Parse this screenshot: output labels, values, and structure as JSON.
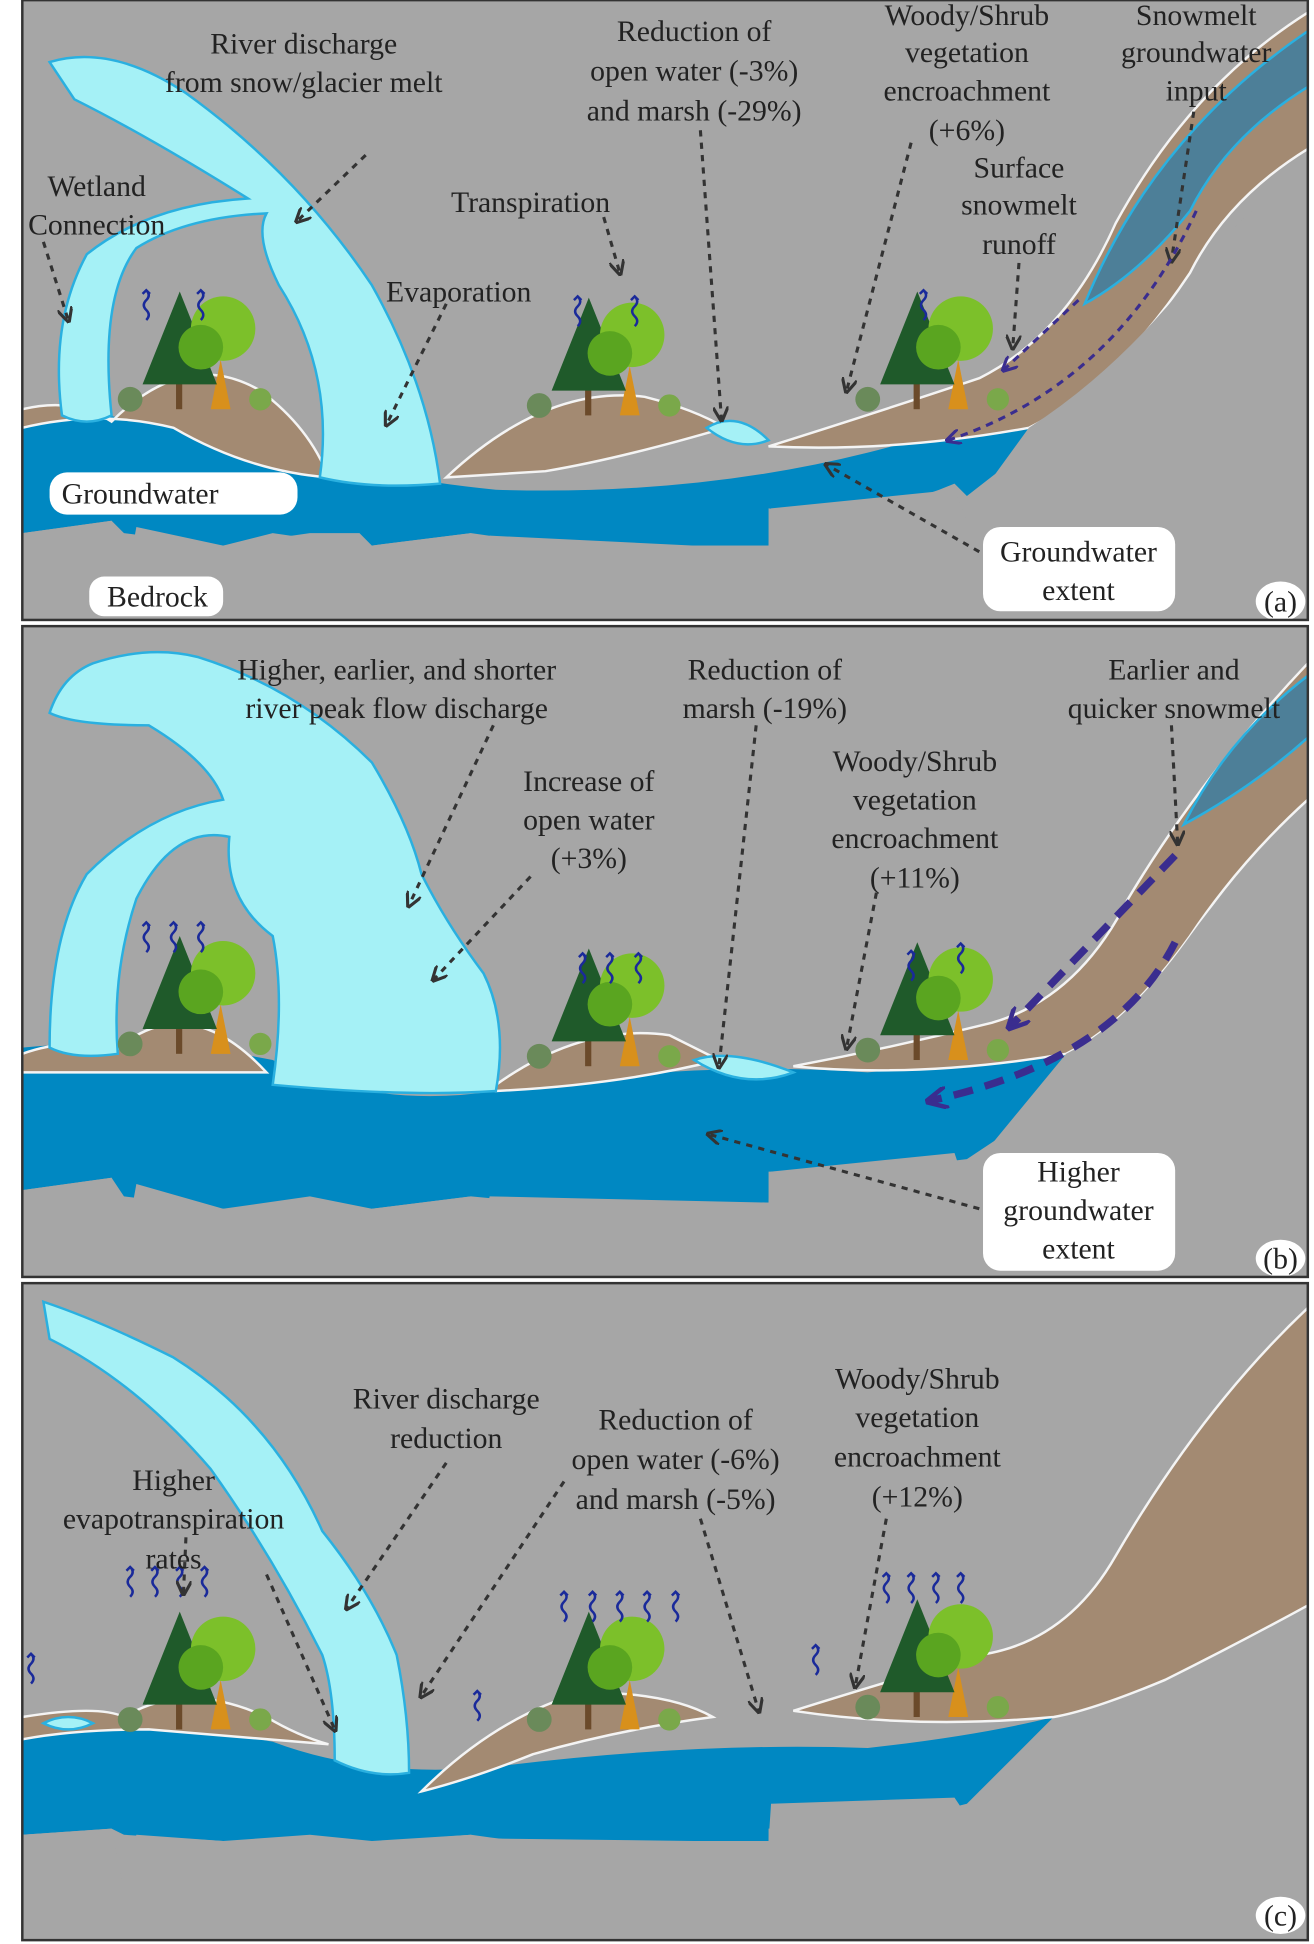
{
  "panels": [
    {
      "label": "(a)",
      "annotations": {
        "river": [
          "River discharge",
          "from snow/glacier melt"
        ],
        "wetland": [
          "Wetland",
          "Connection"
        ],
        "evaporation": [
          "Evaporation"
        ],
        "transpiration": [
          "Transpiration"
        ],
        "reduction": [
          "Reduction of",
          "open water (-3%)",
          "and marsh (-29%)"
        ],
        "woody": [
          "Woody/Shrub",
          "vegetation",
          "encroachment",
          "(+6%)"
        ],
        "snowmelt_gw": [
          "Snowmelt",
          "groundwater",
          "input"
        ],
        "surface_runoff": [
          "Surface",
          "snowmelt",
          "runoff"
        ],
        "groundwater": [
          "Groundwater"
        ],
        "gw_extent": [
          "Groundwater",
          "extent"
        ],
        "bedrock": [
          "Bedrock"
        ]
      }
    },
    {
      "label": "(b)",
      "annotations": {
        "river": [
          "Higher, earlier, and shorter",
          "river peak flow discharge"
        ],
        "open_water": [
          "Increase of",
          "open water",
          "(+3%)"
        ],
        "marsh": [
          "Reduction of",
          "marsh (-19%)"
        ],
        "woody": [
          "Woody/Shrub",
          "vegetation",
          "encroachment",
          "(+11%)"
        ],
        "snowmelt": [
          "Earlier and",
          "quicker snowmelt"
        ],
        "gw_extent": [
          "Higher",
          "groundwater",
          "extent"
        ]
      }
    },
    {
      "label": "(c)",
      "annotations": {
        "et": [
          "Higher",
          "evapotranspiration",
          "rates"
        ],
        "river": [
          "River discharge",
          "reduction"
        ],
        "reduction": [
          "Reduction of",
          "open water (-6%)",
          "and marsh (-5%)"
        ],
        "woody": [
          "Woody/Shrub",
          "vegetation",
          "encroachment",
          "(+12%)"
        ]
      }
    }
  ],
  "colors": {
    "groundwater": "#0088c2",
    "river": "#a5f1f6",
    "soil": "#a38a72",
    "bedrock": "#a6a6a6",
    "snow": "#4d7f98"
  }
}
